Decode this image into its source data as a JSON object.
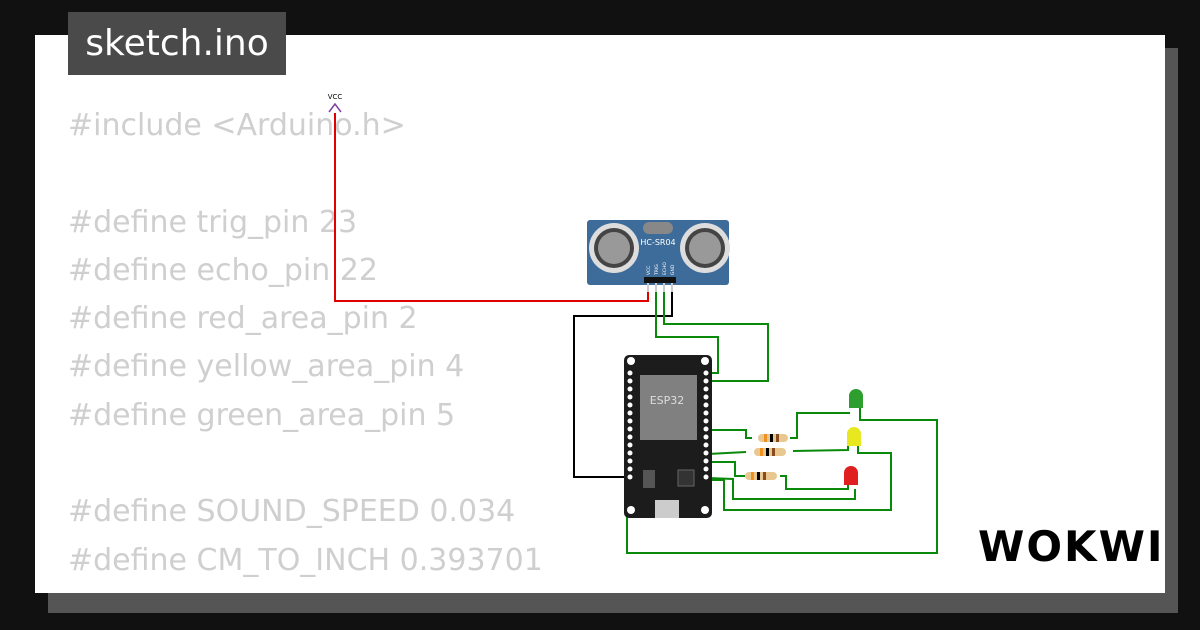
{
  "title": "sketch.ino",
  "code_lines": [
    "#include <Arduino.h>",
    "",
    "#define trig_pin 23",
    "#define echo_pin 22",
    "#define red_area_pin 2",
    "#define yellow_area_pin 4",
    "#define green_area_pin 5",
    "",
    "#define SOUND_SPEED 0.034",
    "#define CM_TO_INCH 0.393701"
  ],
  "circuit": {
    "vcc_label": "VCC",
    "sensor_label": "HC-SR04",
    "sensor_pins": [
      "VCC",
      "TRIG",
      "ECHO",
      "GND"
    ],
    "board_label": "ESP32",
    "led_colors": [
      "#2e9e2e",
      "#e8e820",
      "#e02020"
    ],
    "wire_colors": {
      "power": "#e00000",
      "ground": "#000000",
      "signal": "#0a8a0a"
    }
  },
  "logo": "WOKWI"
}
